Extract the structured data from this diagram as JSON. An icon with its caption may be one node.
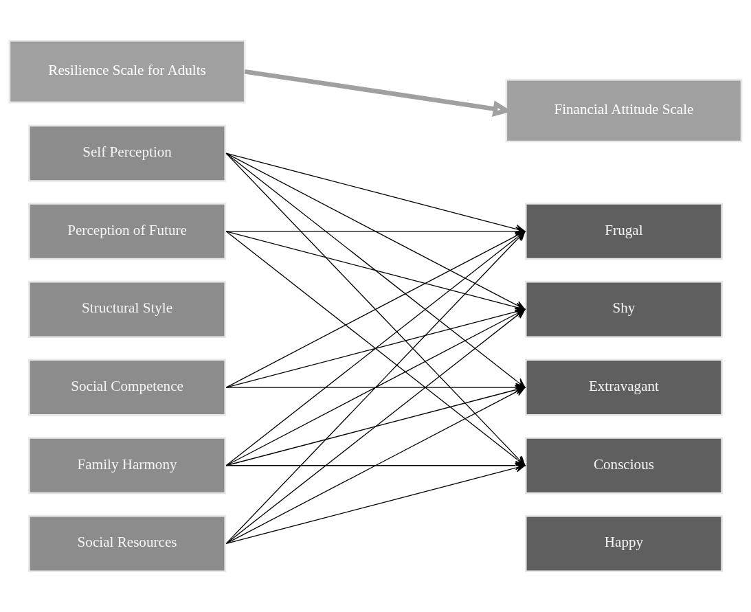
{
  "diagram": {
    "nodes": [
      {
        "text": [
          "Resilience Scale for Adults"
        ]
      },
      {
        "text": [
          "Financial Attitude Scale"
        ]
      },
      {
        "text": [
          "Self Perception"
        ]
      },
      {
        "text": [
          "Perception of Future"
        ]
      },
      {
        "text": [
          "Structural Style"
        ]
      },
      {
        "text": [
          "Social Competence"
        ]
      },
      {
        "text": [
          "Family Harmony"
        ]
      },
      {
        "text": [
          "Social Resources"
        ]
      },
      {
        "text": [
          "Frugal"
        ]
      },
      {
        "text": [
          "Shy"
        ]
      },
      {
        "text": [
          "Extravagant"
        ]
      },
      {
        "text": [
          "Conscious"
        ]
      },
      {
        "text": [
          "Happy"
        ]
      }
    ],
    "edges": [
      {
        "from": 0,
        "to": 1,
        "arrow": "to",
        "style": "thick",
        "color": "#a0a0a0"
      },
      {
        "from": 2,
        "to": 8,
        "arrow": "to"
      },
      {
        "from": 2,
        "to": 9,
        "arrow": "to"
      },
      {
        "from": 2,
        "to": 10,
        "arrow": "to"
      },
      {
        "from": 2,
        "to": 11,
        "arrow": "to"
      },
      {
        "from": 3,
        "to": 8,
        "arrow": "to"
      },
      {
        "from": 3,
        "to": 9,
        "arrow": "to"
      },
      {
        "from": 3,
        "to": 11,
        "arrow": "to"
      },
      {
        "from": 5,
        "to": 8,
        "arrow": "to"
      },
      {
        "from": 5,
        "to": 9,
        "arrow": "to"
      },
      {
        "from": 5,
        "to": 10,
        "arrow": "to"
      },
      {
        "from": 6,
        "to": 8,
        "arrow": "to"
      },
      {
        "from": 6,
        "to": 9,
        "arrow": "to"
      },
      {
        "from": 6,
        "to": 10,
        "arrow": "to"
      },
      {
        "from": 6,
        "to": 11,
        "arrow": "to"
      },
      {
        "from": 7,
        "to": 8,
        "arrow": "to"
      },
      {
        "from": 7,
        "to": 9,
        "arrow": "to"
      },
      {
        "from": 7,
        "to": 10,
        "arrow": "to"
      },
      {
        "from": 7,
        "to": 11,
        "arrow": "to"
      }
    ]
  }
}
